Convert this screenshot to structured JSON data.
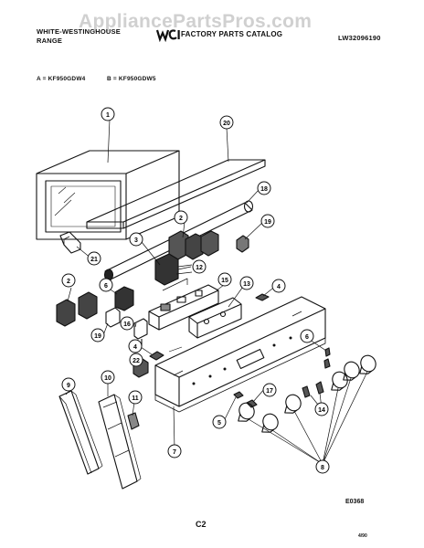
{
  "watermark": "AppliancePartsPros.com",
  "header": {
    "brand": "WHITE-WESTINGHOUSE",
    "appliance_type": "RANGE",
    "catalog_title": "FACTORY PARTS CATALOG",
    "catalog_code": "LW32096190",
    "model_a": "A = KF950GDW4",
    "model_b": "B = KF950GDW5"
  },
  "logo": {
    "icon": "wci-logo"
  },
  "footer": {
    "diagram_code": "E0368",
    "page_number": "C2",
    "tiny_code": "4/90"
  },
  "callouts": [
    "1",
    "20",
    "18",
    "19",
    "2",
    "3",
    "21",
    "12",
    "15",
    "13",
    "4",
    "2",
    "6",
    "16",
    "19",
    "4",
    "22",
    "10",
    "9",
    "11",
    "7",
    "17",
    "5",
    "6",
    "14",
    "8"
  ]
}
